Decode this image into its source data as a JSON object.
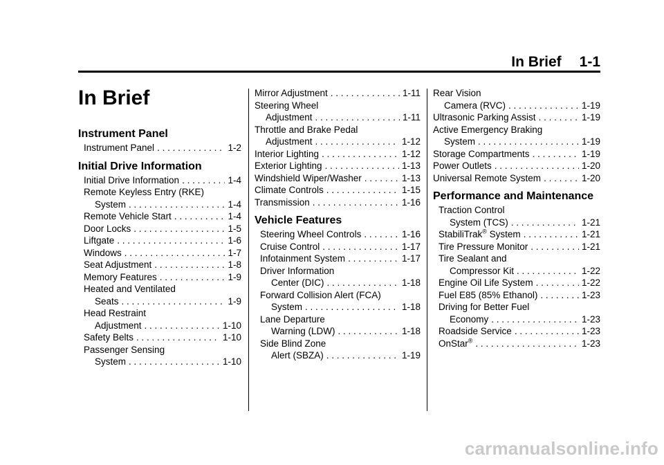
{
  "header": {
    "section": "In Brief",
    "page": "1-1"
  },
  "page_title": "In Brief",
  "sections": {
    "instrument_panel": {
      "heading": "Instrument Panel",
      "entries": [
        {
          "text": "Instrument Panel",
          "page": "1-2"
        }
      ]
    },
    "initial_drive": {
      "heading": "Initial Drive Information",
      "entries": [
        {
          "text": "Initial Drive Information",
          "page": "1-4"
        },
        {
          "text": "Remote Keyless Entry (RKE)",
          "cont": "System",
          "page": "1-4"
        },
        {
          "text": "Remote Vehicle Start",
          "page": "1-4"
        },
        {
          "text": "Door Locks",
          "page": "1-5"
        },
        {
          "text": "Liftgate",
          "page": "1-6"
        },
        {
          "text": "Windows",
          "page": "1-7"
        },
        {
          "text": "Seat Adjustment",
          "page": "1-8"
        },
        {
          "text": "Memory Features",
          "page": "1-9"
        },
        {
          "text": "Heated and Ventilated",
          "cont": "Seats",
          "page": "1-9"
        },
        {
          "text": "Head Restraint",
          "cont": "Adjustment",
          "page": "1-10"
        },
        {
          "text": "Safety Belts",
          "page": "1-10"
        },
        {
          "text": "Passenger Sensing",
          "cont": "System",
          "page": "1-10"
        },
        {
          "text": "Mirror Adjustment",
          "page": "1-11"
        },
        {
          "text": "Steering Wheel",
          "cont": "Adjustment",
          "page": "1-11"
        },
        {
          "text": "Throttle and Brake Pedal",
          "cont": "Adjustment",
          "page": "1-12"
        },
        {
          "text": "Interior Lighting",
          "page": "1-12"
        },
        {
          "text": "Exterior Lighting",
          "page": "1-13"
        },
        {
          "text": "Windshield Wiper/Washer",
          "page": "1-13"
        },
        {
          "text": "Climate Controls",
          "page": "1-15"
        },
        {
          "text": "Transmission",
          "page": "1-16"
        }
      ]
    },
    "vehicle_features": {
      "heading": "Vehicle Features",
      "entries": [
        {
          "text": "Steering Wheel Controls",
          "page": "1-16"
        },
        {
          "text": "Cruise Control",
          "page": "1-17"
        },
        {
          "text": "Infotainment System",
          "page": "1-17"
        },
        {
          "text": "Driver Information",
          "cont": "Center (DIC)",
          "page": "1-18"
        },
        {
          "text": "Forward Collision Alert (FCA)",
          "cont": "System",
          "page": "1-18"
        },
        {
          "text": "Lane Departure",
          "cont": "Warning (LDW)",
          "page": "1-18"
        },
        {
          "text": "Side Blind Zone",
          "cont": "Alert (SBZA)",
          "page": "1-19"
        },
        {
          "text": "Rear Vision",
          "cont": "Camera (RVC)",
          "page": "1-19"
        },
        {
          "text": "Ultrasonic Parking Assist",
          "page": "1-19"
        },
        {
          "text": "Active Emergency Braking",
          "cont": "System",
          "page": "1-19"
        },
        {
          "text": "Storage Compartments",
          "page": "1-19"
        },
        {
          "text": "Power Outlets",
          "page": "1-20"
        },
        {
          "text": "Universal Remote System",
          "page": "1-20"
        }
      ]
    },
    "performance": {
      "heading": "Performance and Maintenance",
      "entries": [
        {
          "text": "Traction Control",
          "cont": "System (TCS)",
          "page": "1-21"
        },
        {
          "text": "StabiliTrak",
          "sup": "®",
          "text_after": " System",
          "page": "1-21"
        },
        {
          "text": "Tire Pressure Monitor",
          "page": "1-21"
        },
        {
          "text": "Tire Sealant and",
          "cont": "Compressor Kit",
          "page": "1-22"
        },
        {
          "text": "Engine Oil Life System",
          "page": "1-22"
        },
        {
          "text": "Fuel E85 (85% Ethanol)",
          "page": "1-23"
        },
        {
          "text": "Driving for Better Fuel",
          "cont": "Economy",
          "page": "1-23"
        },
        {
          "text": "Roadside Service",
          "page": "1-23"
        },
        {
          "text": "OnStar",
          "sup": "®",
          "page": "1-23"
        }
      ]
    }
  },
  "watermark": "carmanualsonline.info"
}
